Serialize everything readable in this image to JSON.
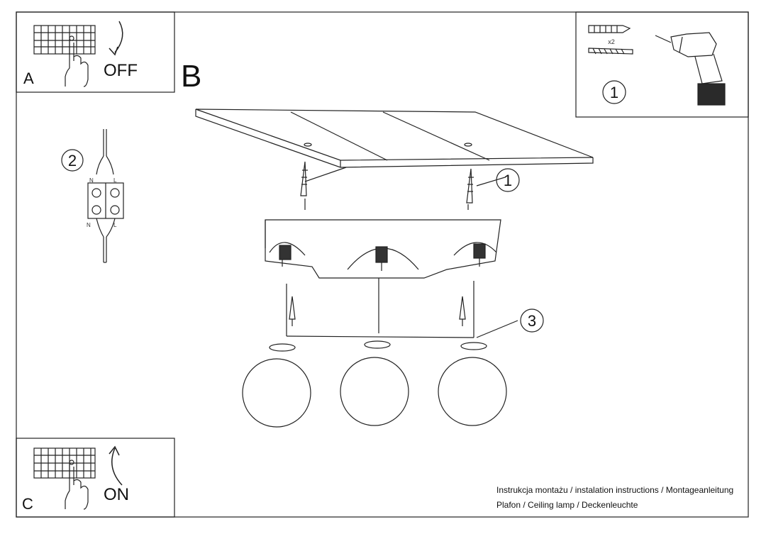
{
  "panels": {
    "a": {
      "letter": "A",
      "state": "OFF"
    },
    "b": {
      "letter": "B"
    },
    "c": {
      "letter": "C",
      "state": "ON"
    }
  },
  "callouts": {
    "drill_step": "1",
    "wiring_step": "2",
    "ceiling_dowel": "1",
    "canopy": "3"
  },
  "hardware": {
    "quantity": "x2"
  },
  "terminal": {
    "neutral": "N",
    "live": "L"
  },
  "footer": {
    "instructions": "Instrukcja montażu / instalation instructions / Montageanleitung",
    "product": "Plafon / Ceiling lamp / Deckenleuchte"
  }
}
